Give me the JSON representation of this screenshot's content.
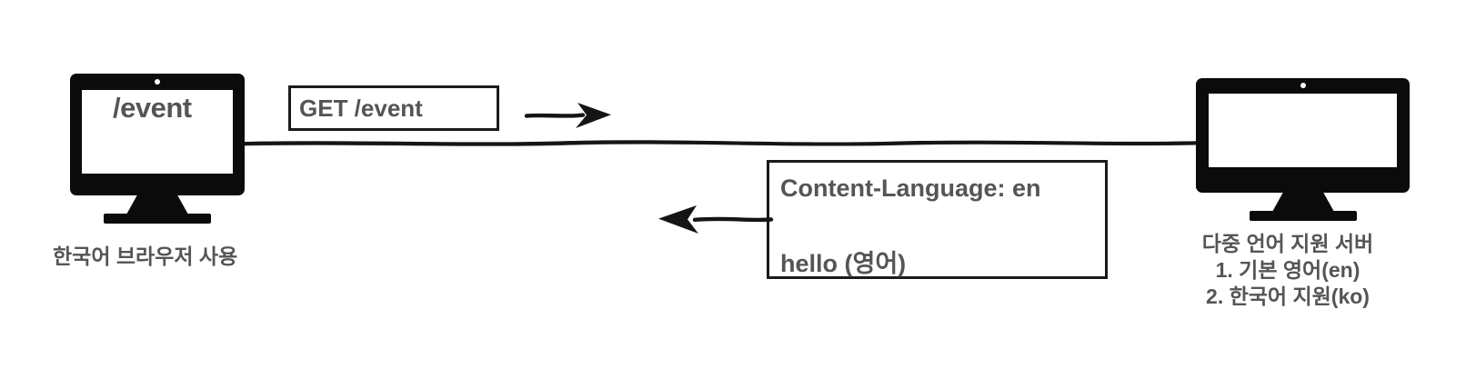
{
  "diagram": {
    "title": "HTTP Content-Language negotiation between Korean browser and multilingual server",
    "background_color": "#ffffff",
    "text_color": "#555555",
    "stroke_color": "#1a1a1a"
  },
  "client": {
    "screen_label": "/event",
    "caption": "한국어 브라우저 사용",
    "icon": "desktop-monitor-icon"
  },
  "server": {
    "caption_lines": [
      "다중 언어 지원 서버",
      "1. 기본 영어(en)",
      "2. 한국어 지원(ko)"
    ],
    "icon": "desktop-monitor-icon"
  },
  "request": {
    "label": "GET /event",
    "arrow_direction": "right",
    "arrow_icon": "arrow-right-icon"
  },
  "response": {
    "line1": "Content-Language: en",
    "line2": "hello (영어)",
    "arrow_direction": "left",
    "arrow_icon": "arrow-left-icon"
  },
  "connection": {
    "icon": "horizontal-wire-line"
  }
}
